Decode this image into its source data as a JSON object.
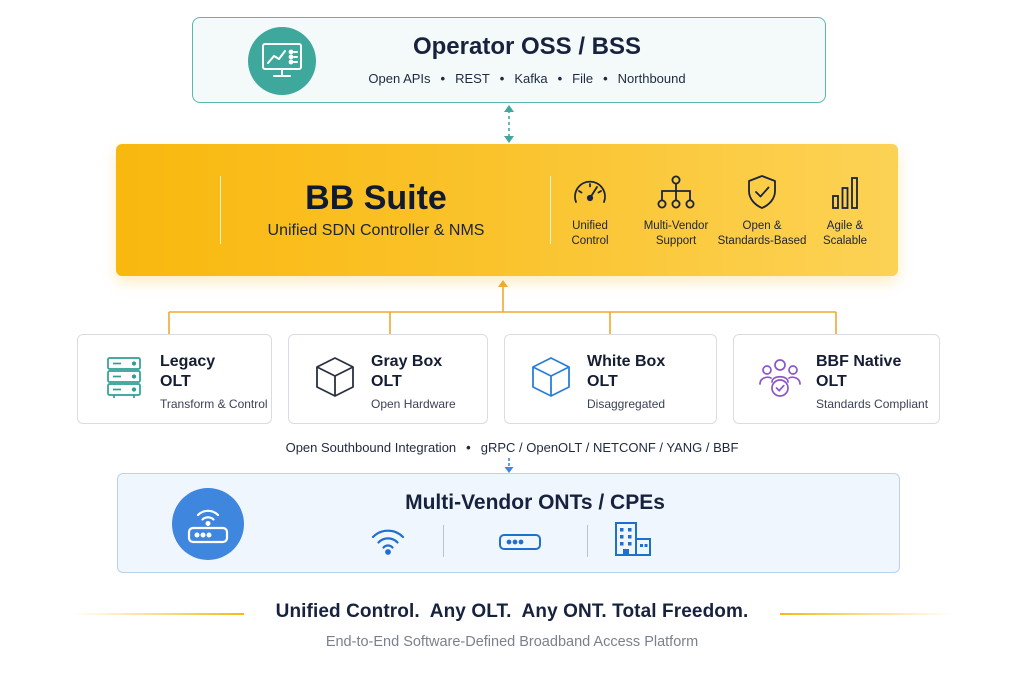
{
  "oss": {
    "title": "Operator OSS / BSS",
    "interfaces": [
      "Open APIs",
      "REST",
      "Kafka",
      "File",
      "Northbound"
    ],
    "icon": "monitor-chart-icon"
  },
  "suite": {
    "title": "BB Suite",
    "subtitle": "Unified SDN Controller & NMS",
    "features": [
      {
        "icon": "speedometer-icon",
        "line1": "Unified",
        "line2": "Control"
      },
      {
        "icon": "hierarchy-icon",
        "line1": "Multi-Vendor",
        "line2": "Support"
      },
      {
        "icon": "shield-check-icon",
        "line1": "Open &",
        "line2": "Standards-Based"
      },
      {
        "icon": "bar-chart-icon",
        "line1": "Agile &",
        "line2": "Scalable"
      }
    ]
  },
  "olts": [
    {
      "icon": "server-rack-icon",
      "line1": "Legacy",
      "line2": "OLT",
      "desc": "Transform & Control"
    },
    {
      "icon": "cube-icon",
      "line1": "Gray Box",
      "line2": "OLT",
      "desc": "Open Hardware"
    },
    {
      "icon": "cube-icon",
      "line1": "White Box",
      "line2": "OLT",
      "desc": "Disaggregated"
    },
    {
      "icon": "user-group-check-icon",
      "line1": "BBF Native",
      "line2": "OLT",
      "desc": "Standards Compliant"
    }
  ],
  "southbound": {
    "label": "Open Southbound Integration",
    "protocols": "gRPC / OpenOLT / NETCONF / YANG / BBF"
  },
  "ont": {
    "title": "Multi-Vendor ONTs / CPEs",
    "icons": [
      "router-icon",
      "wifi-icon",
      "cpe-device-icon",
      "building-icon"
    ]
  },
  "footer": {
    "tagline": "Unified Control.  Any OLT.  Any ONT. Total Freedom.",
    "subtitle": "End-to-End Software-Defined Broadband Access Platform"
  },
  "colors": {
    "teal": "#3fa89c",
    "yellow": "#f9b80e",
    "connector_orange": "#f0a832",
    "blue": "#3f86de",
    "purple": "#8a56c9",
    "navy": "#17223f"
  }
}
